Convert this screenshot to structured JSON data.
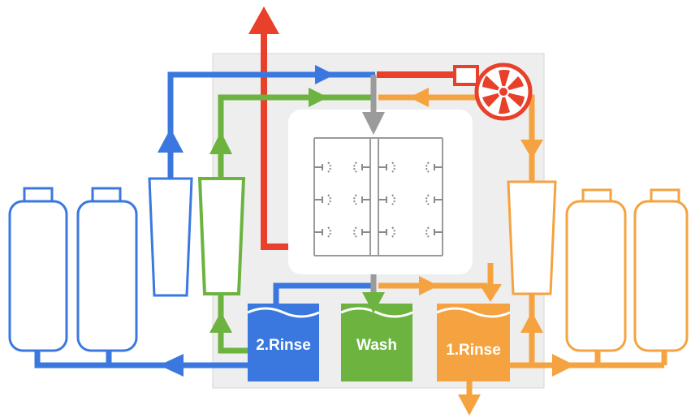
{
  "tanks": {
    "rinse2": {
      "label": "2.Rinse"
    },
    "wash": {
      "label": "Wash"
    },
    "rinse1": {
      "label": "1.Rinse"
    }
  },
  "icons": {
    "fan": "fan-icon",
    "nozzle": "spray-nozzle-icon"
  },
  "colors": {
    "rinse2_blue": "#3a78e0",
    "wash_green": "#6cb33f",
    "rinse1_orange": "#f4a340",
    "exhaust_red": "#e8402a",
    "drain_gray": "#9b9b9b",
    "chamber_panel": "#efefef"
  }
}
